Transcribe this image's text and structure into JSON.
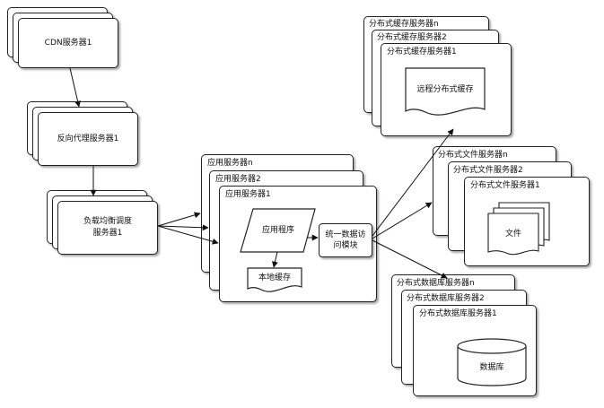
{
  "cdn": {
    "label": "CDN服务器1"
  },
  "reverse_proxy": {
    "label": "反向代理服务器1"
  },
  "load_balancer": {
    "label_line1": "负载均衡调度",
    "label_line2": "服务器1"
  },
  "app_servers": {
    "back": "应用服务器n",
    "middle": "应用服务器2",
    "front": "应用服务器1"
  },
  "app_program": {
    "label": "应用程序"
  },
  "local_cache": {
    "label": "本地缓存"
  },
  "data_access": {
    "label_line1": "统一数据访",
    "label_line2": "问模块"
  },
  "cache_servers": {
    "back": "分布式缓存服务器n",
    "middle": "分布式缓存服务器2",
    "front": "分布式缓存服务器1"
  },
  "remote_cache": {
    "label": "远程分布式缓存"
  },
  "file_servers": {
    "back": "分布式文件服务器n",
    "middle": "分布式文件服务器2",
    "front": "分布式文件服务器1"
  },
  "file_doc": {
    "label": "文件"
  },
  "db_servers": {
    "back": "分布式数据库服务器n",
    "middle": "分布式数据库服务器2",
    "front": "分布式数据库服务器1"
  },
  "database": {
    "label": "数据库"
  }
}
